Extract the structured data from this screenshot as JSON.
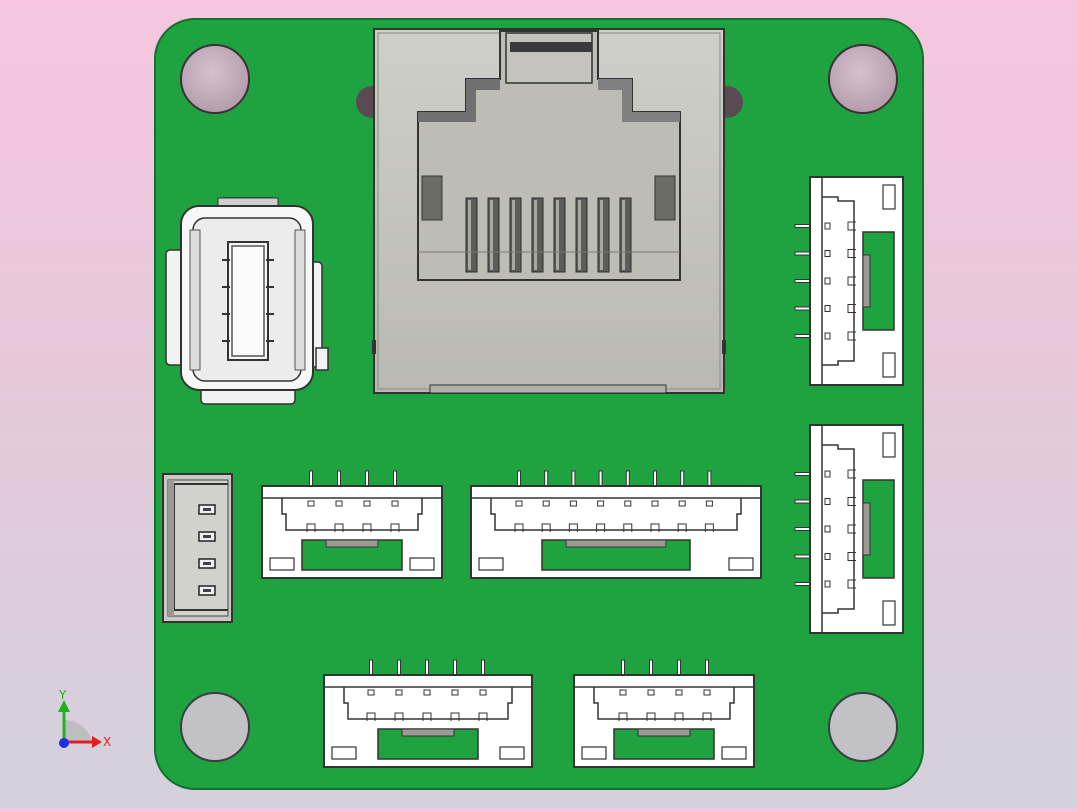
{
  "viewport": {
    "background_top": "#f6c6e0",
    "background_bottom": "#d3d1dc"
  },
  "board": {
    "pcb_color": "#1fa341",
    "pcb_edge_color": "#14702c",
    "hole_color": "#c9b3c2",
    "connector_white": "#ffffff",
    "connector_gray": "#c6c6c0",
    "components": [
      {
        "name": "ethernet-rj45-jack",
        "pins": 8
      },
      {
        "name": "usb-a-receptacle",
        "pins": 4
      },
      {
        "name": "side-header-4-pin",
        "pins": 4
      },
      {
        "name": "jst-connector-4-pin",
        "pins": 4
      },
      {
        "name": "jst-connector-8-pin",
        "pins": 8
      },
      {
        "name": "jst-connector-5-pin-right-top",
        "pins": 5
      },
      {
        "name": "jst-connector-5-pin-right-bottom",
        "pins": 5
      },
      {
        "name": "jst-connector-5-pin-bottom",
        "pins": 5
      },
      {
        "name": "jst-connector-4-pin-bottom",
        "pins": 4
      }
    ]
  },
  "triad": {
    "x_label": "X",
    "y_label": "Y",
    "x_color": "#e02020",
    "y_color": "#20b020",
    "z_color": "#2030e0"
  }
}
